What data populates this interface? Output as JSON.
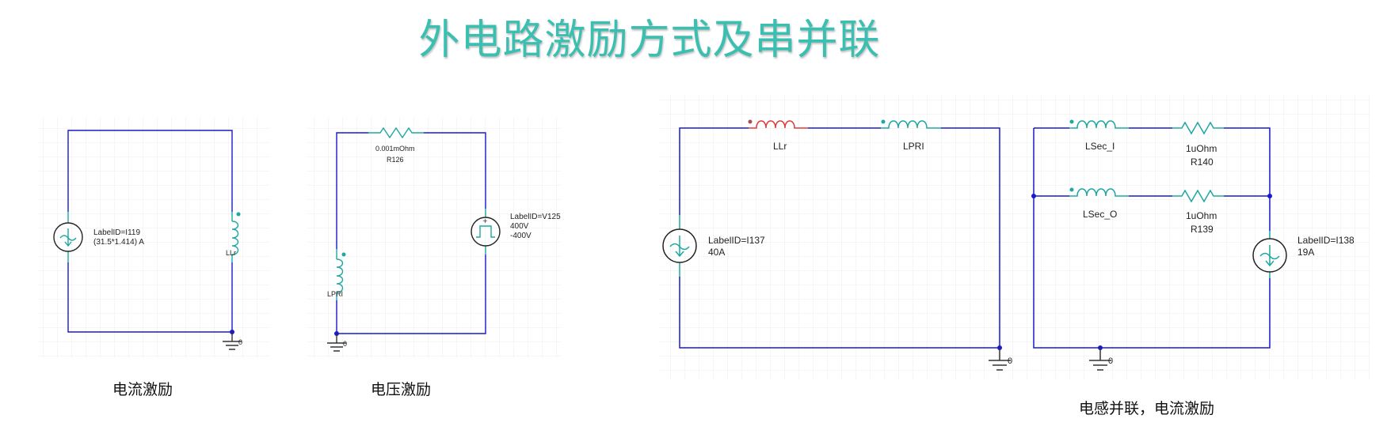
{
  "title": "外电路激励方式及串并联",
  "captions": {
    "current_excitation": "电流激励",
    "voltage_excitation": "电压激励",
    "parallel_inductor": "电感并联，电流激励"
  },
  "circuit1": {
    "source_label": "LabelID=I119",
    "source_value": "(31.5*1.414) A",
    "inductor": "LLr",
    "ground": "0"
  },
  "circuit2": {
    "resistor_value": "0.001mOhm",
    "resistor_name": "R126",
    "source_label": "LabelID=V125",
    "source_v1": "400V",
    "source_v2": "-400V",
    "inductor": "LPRI",
    "ground": "0"
  },
  "circuit3": {
    "inductor1": "LLr",
    "inductor2": "LPRI",
    "source_label": "LabelID=I137",
    "source_value": "40A",
    "ground": "0"
  },
  "circuit4": {
    "inductor1": "LSec_I",
    "inductor2": "LSec_O",
    "resistor1_value": "1uOhm",
    "resistor1_name": "R140",
    "resistor2_value": "1uOhm",
    "resistor2_name": "R139",
    "source_label": "LabelID=I138",
    "source_value": "19A",
    "ground": "0"
  },
  "colors": {
    "title": "#3bbfb0",
    "wire": "#1a1acc",
    "component": "#1fa7a0",
    "inductor_highlight": "#e03a3a"
  }
}
